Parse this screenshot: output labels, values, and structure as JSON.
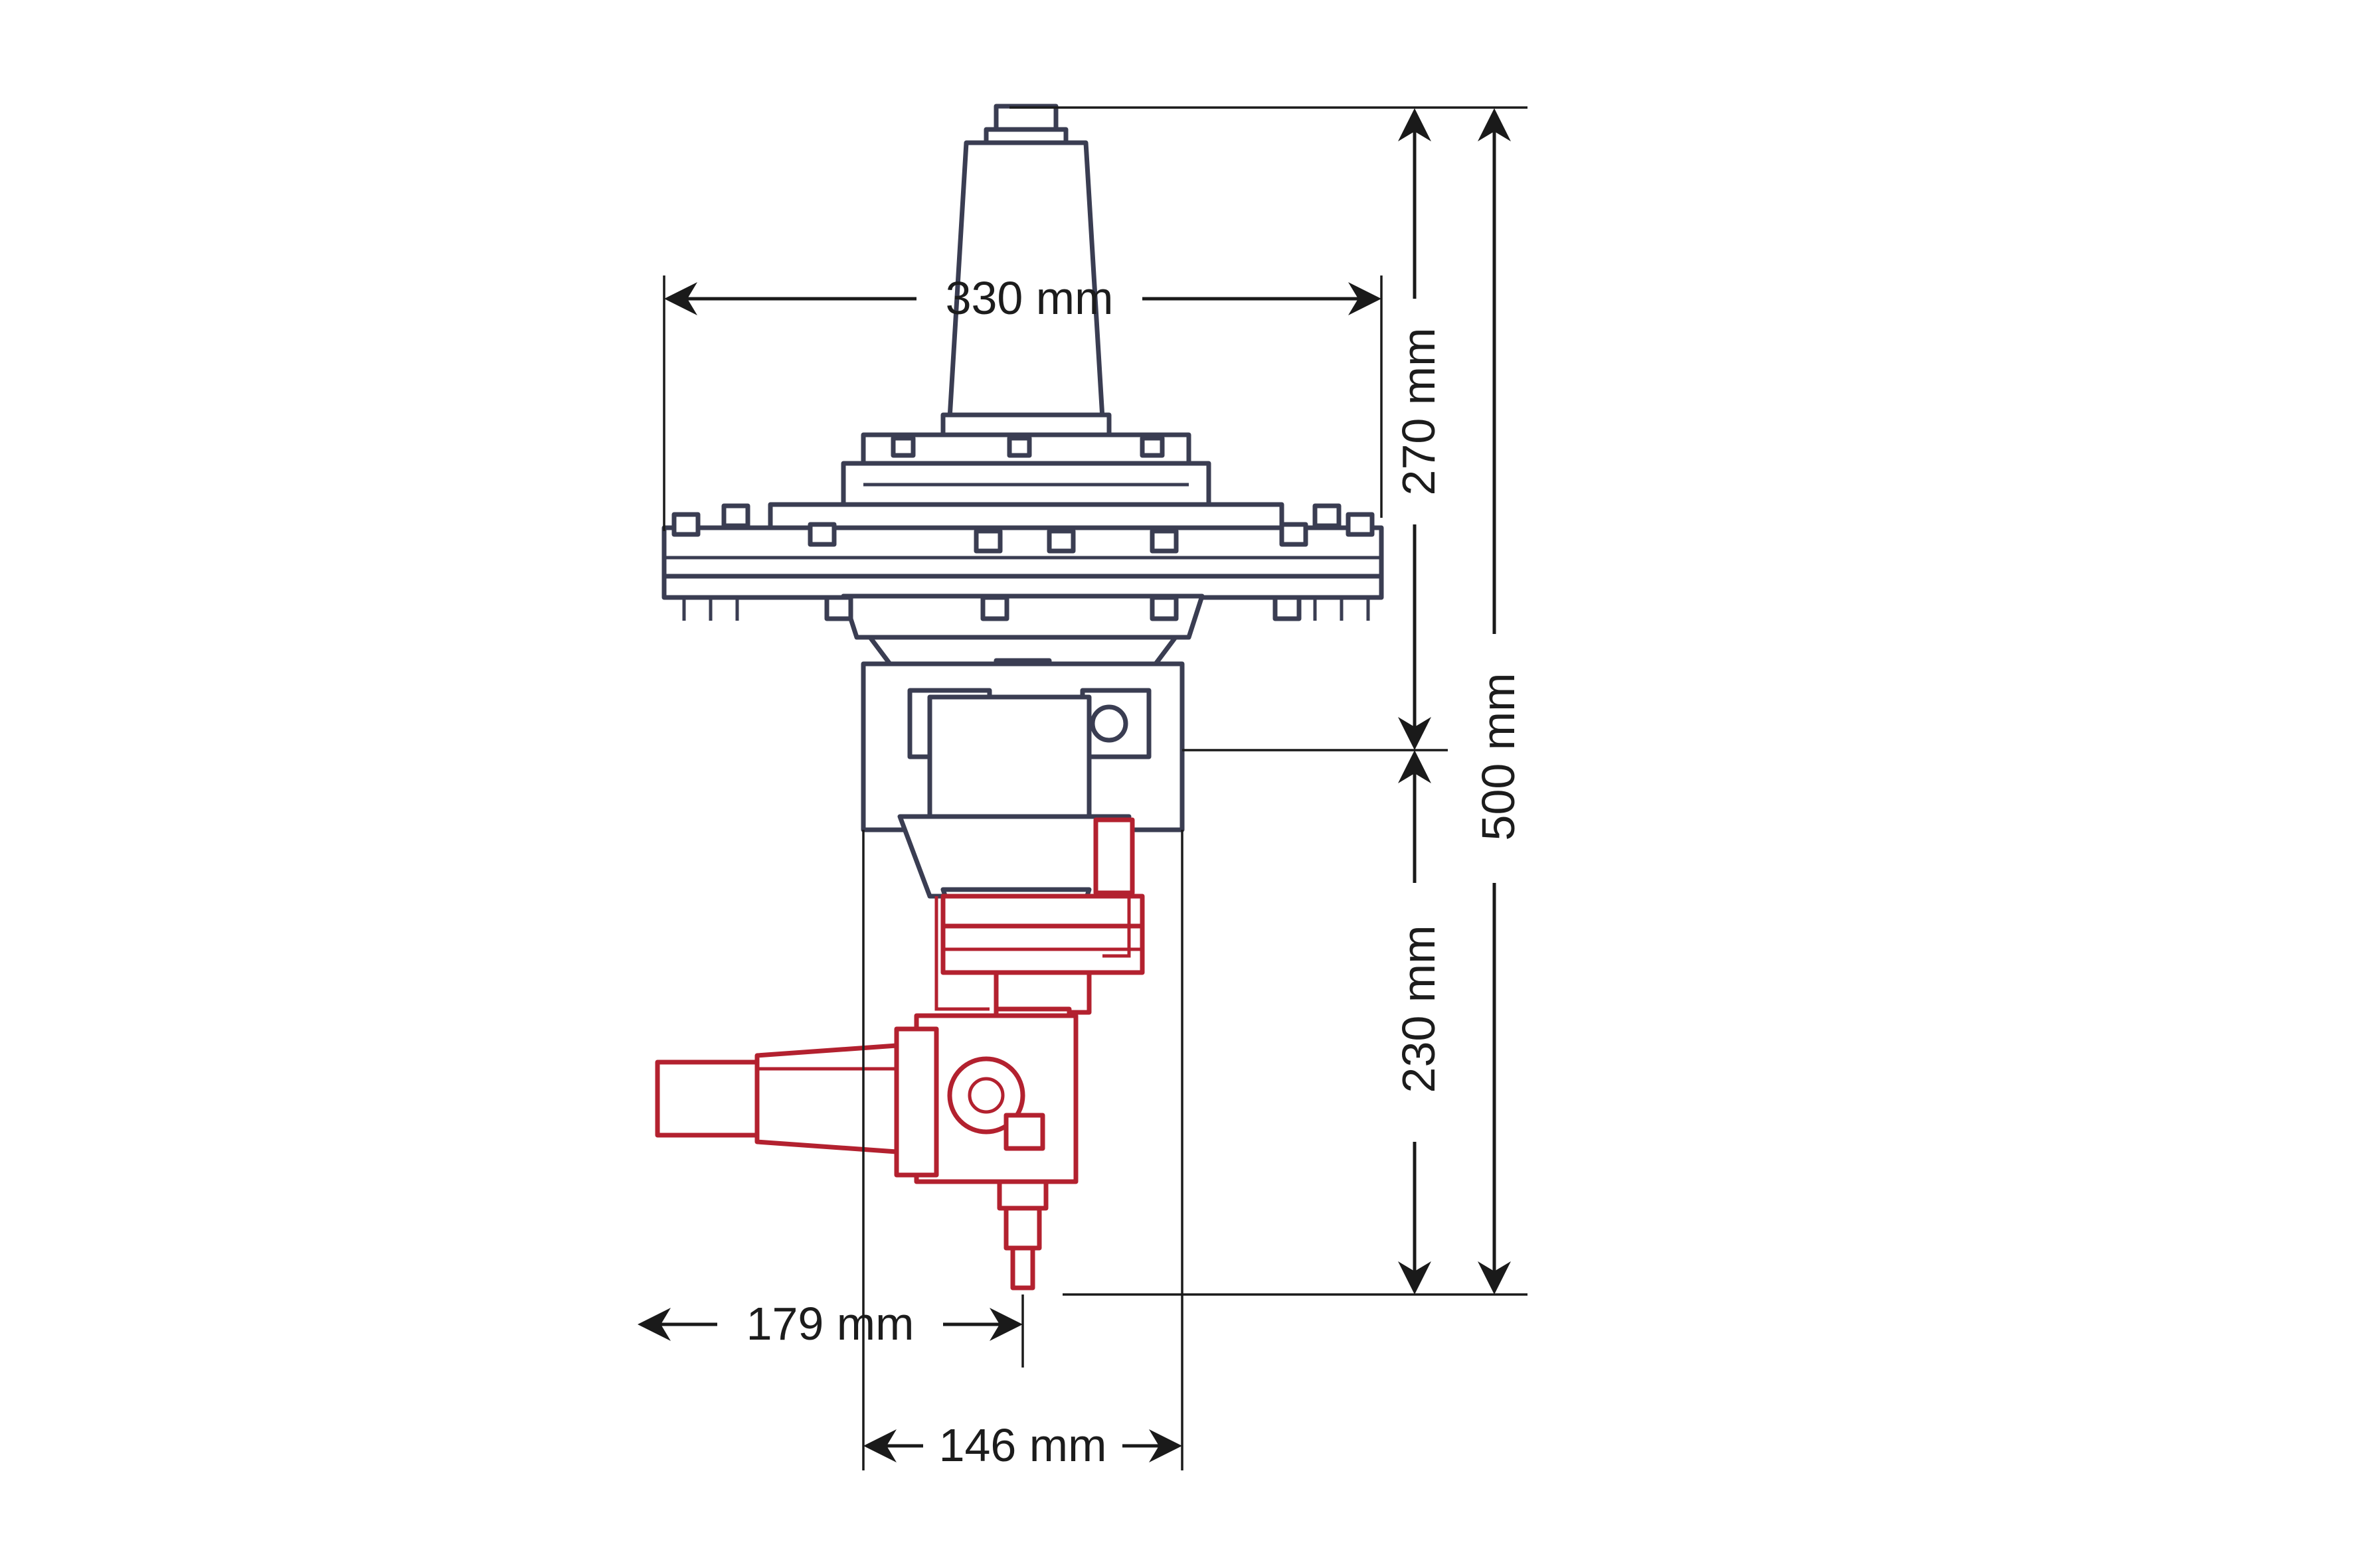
{
  "dimensions": {
    "width_top": "330 mm",
    "height_upper": "270 mm",
    "height_total": "500 mm",
    "height_lower": "230 mm",
    "width_pilot": "179 mm",
    "width_base": "146 mm"
  },
  "colors": {
    "regulator_body": "#3a3d52",
    "pilot_assembly": "#b3212f",
    "dimension_lines": "#1a1a1a"
  }
}
